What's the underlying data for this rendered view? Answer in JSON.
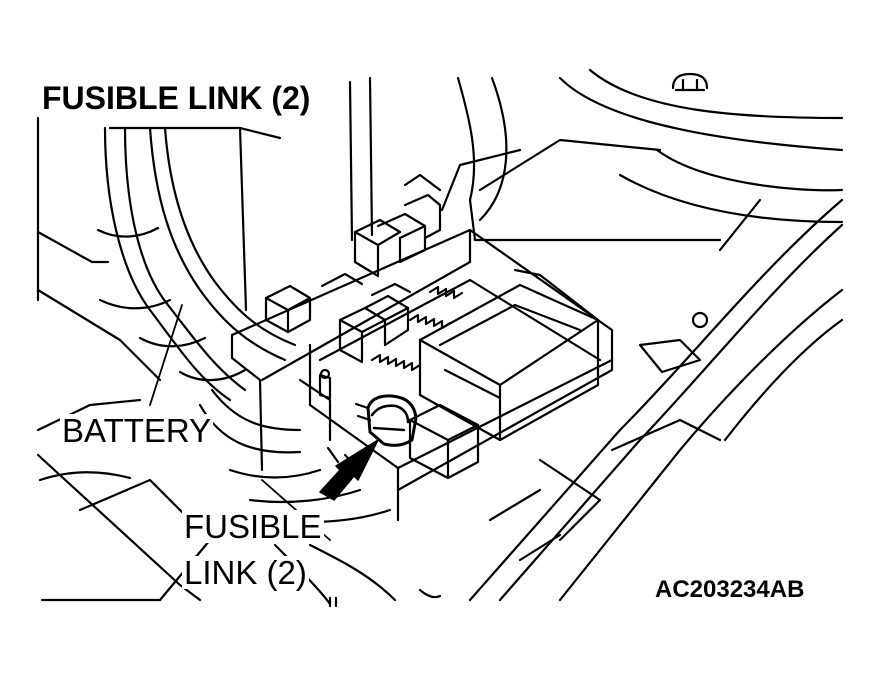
{
  "labels": {
    "title": "FUSIBLE LINK (2)",
    "battery": "BATTERY",
    "fusible_line1": "FUSIBLE",
    "fusible_line2": "LINK (2)",
    "figure_code": "AC203234AB"
  },
  "colors": {
    "ink": "#000000",
    "paper": "#ffffff"
  },
  "icons": {
    "pointer": "arrow-icon"
  }
}
